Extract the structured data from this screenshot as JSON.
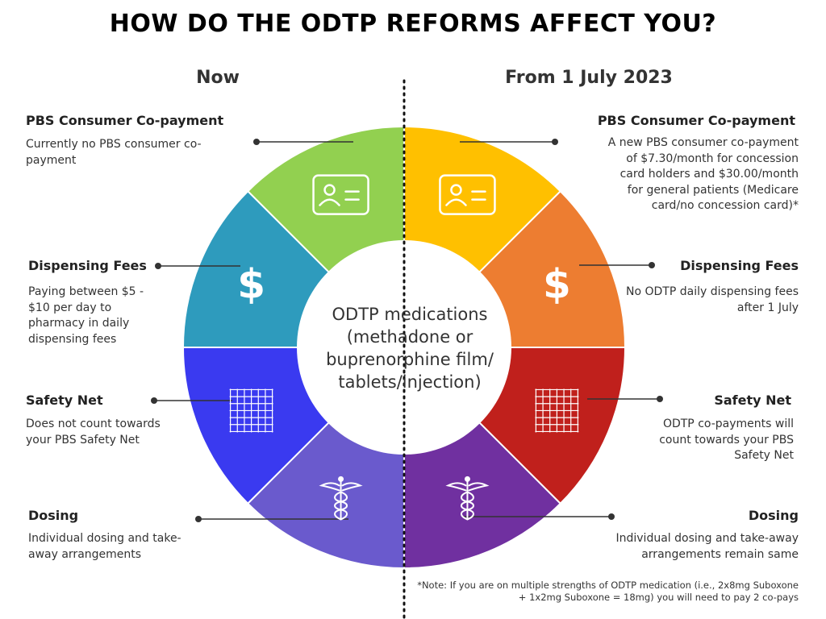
{
  "title": "HOW DO THE ODTP REFORMS AFFECT YOU?",
  "columns": {
    "now": "Now",
    "future": "From 1 July 2023"
  },
  "center": [
    "ODTP medications",
    "(methadone or",
    "buprenorphine film/",
    "tablets/injection)"
  ],
  "rows": [
    {
      "key": "copayment",
      "icon": "id-card-icon",
      "now_heading": "PBS Consumer Co-payment",
      "now_text": "Currently no PBS consumer co-payment",
      "future_heading": "PBS Consumer Co-payment",
      "future_text": "A new PBS consumer co-payment of $7.30/month for concession card holders and $30.00/month for general patients (Medicare card/no concession card)*"
    },
    {
      "key": "dispensing",
      "icon": "dollar-icon",
      "now_heading": "Dispensing Fees",
      "now_text": "Paying between $5 - $10 per day to pharmacy in daily dispensing fees",
      "future_heading": "Dispensing Fees",
      "future_text": "No ODTP daily dispensing fees after 1 July"
    },
    {
      "key": "safety",
      "icon": "grid-icon",
      "now_heading": "Safety Net",
      "now_text": "Does not count towards your PBS Safety Net",
      "future_heading": "Safety Net",
      "future_text": "ODTP co-payments will count towards your PBS Safety Net"
    },
    {
      "key": "dosing",
      "icon": "caduceus-icon",
      "now_heading": "Dosing",
      "now_text": "Individual dosing and take-away arrangements",
      "future_heading": "Dosing",
      "future_text": "Individual dosing and take-away arrangements remain same"
    }
  ],
  "note": "*Note: If you are on multiple strengths of ODTP medication (i.e., 2x8mg Suboxone + 1x2mg Suboxone = 18mg) you will need to pay 2 co-pays",
  "colors": {
    "now": [
      "#92d050",
      "#2e9bbd",
      "#3a3af0",
      "#6a5acd"
    ],
    "future": [
      "#ffc000",
      "#ed7d31",
      "#c0201c",
      "#7030a0"
    ]
  }
}
